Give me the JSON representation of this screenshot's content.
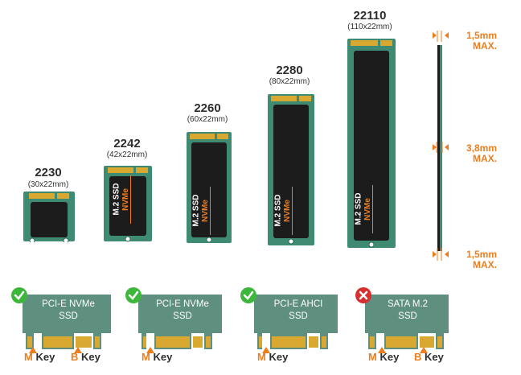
{
  "drives": [
    {
      "name": "2230",
      "dims": "(30x22mm)",
      "label_left": "",
      "label_right": ""
    },
    {
      "name": "2242",
      "dims": "(42x22mm)",
      "label_left": "M.2 SSD",
      "label_right": "NVMe"
    },
    {
      "name": "2260",
      "dims": "(60x22mm)",
      "label_left": "M.2 SSD",
      "label_right": "NVMe"
    },
    {
      "name": "2280",
      "dims": "(80x22mm)",
      "label_left": "M.2 SSD",
      "label_right": "NVMe"
    },
    {
      "name": "22110",
      "dims": "(110x22mm)",
      "label_left": "M.2 SSD",
      "label_right": "NVMe"
    }
  ],
  "thickness": [
    {
      "value": "1,5mm",
      "unit": "MAX."
    },
    {
      "value": "3,8mm",
      "unit": "MAX."
    },
    {
      "value": "1,5mm",
      "unit": "MAX."
    }
  ],
  "interfaces": [
    {
      "line1": "PCI-E NVMe",
      "line2": "SSD",
      "status": "supported",
      "status_icon": "check-icon",
      "keys": [
        "M",
        "B"
      ]
    },
    {
      "line1": "PCI-E NVMe",
      "line2": "SSD",
      "status": "supported",
      "status_icon": "check-icon",
      "keys": [
        "M"
      ]
    },
    {
      "line1": "PCI-E AHCI",
      "line2": "SSD",
      "status": "supported",
      "status_icon": "check-icon",
      "keys": [
        "M"
      ]
    },
    {
      "line1": "SATA M.2",
      "line2": "SSD",
      "status": "unsupported",
      "status_icon": "cross-icon",
      "keys": [
        "M",
        "B"
      ]
    }
  ],
  "key_word": "Key",
  "colors": {
    "pcb": "#3f8a72",
    "pcb_dark": "#2e6e5a",
    "chip": "#1c1c1c",
    "gold": "#d9a830",
    "accent": "#ee7d1c",
    "check": "#3cb73c",
    "cross": "#d62f2f",
    "connector_card": "#5e8f7f"
  }
}
